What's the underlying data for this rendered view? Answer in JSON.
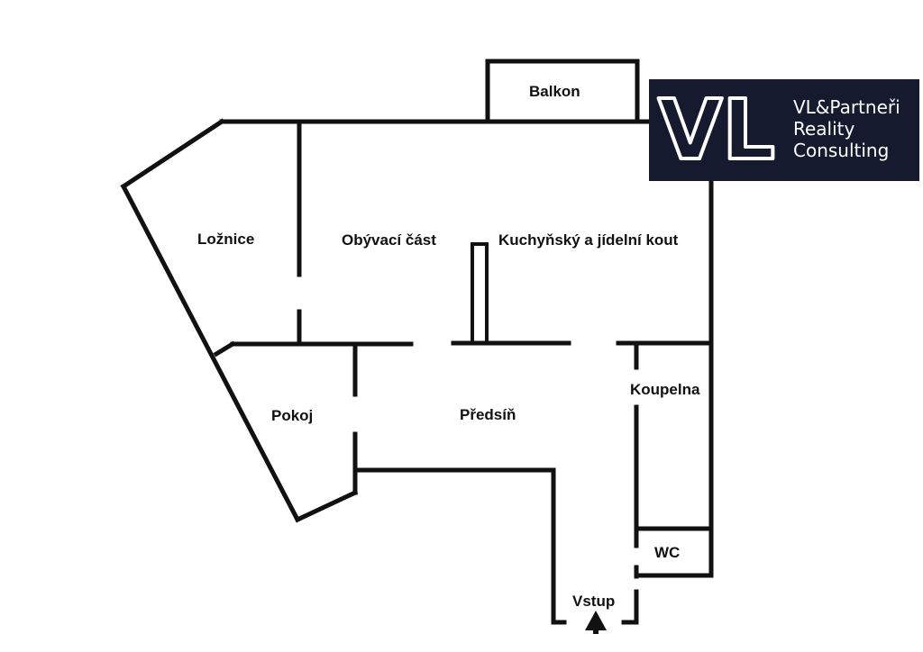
{
  "rooms": {
    "balkon": "Balkon",
    "loznice": "Ložnice",
    "obyvaci_cast": "Obývací část",
    "kuchynsky_kout": "Kuchyňský a jídelní kout",
    "pokoj": "Pokoj",
    "predsin": "Předsíň",
    "koupelna": "Koupelna",
    "wc": "WC",
    "vstup": "Vstup"
  },
  "logo": {
    "mark": "VL",
    "line1": "VL&Partneři",
    "line2": "Reality",
    "line3": "Consulting"
  },
  "colors": {
    "wall": "#111111",
    "logo_background": "#151a2e",
    "logo_foreground": "#ffffff"
  }
}
